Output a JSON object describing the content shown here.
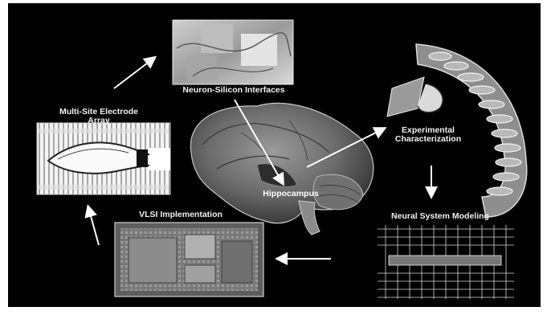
{
  "diagram": {
    "labels": {
      "neuron_silicon": "Neuron-Silicon Interfaces",
      "electrode_line1": "Multi-Site Electrode",
      "electrode_line2": "Array",
      "experimental_line1": "Experimental",
      "experimental_line2": "Characterization",
      "hippocampus": "Hippocampus",
      "vlsi": "VLSI Implementation",
      "neural_model": "Neural System Modeling"
    },
    "colors": {
      "background": "#000000",
      "label_text": "#f2f2f2",
      "arrow": "#ffffff"
    },
    "icons": [
      "brain-image",
      "micrograph-image",
      "electrode-array-image",
      "hippocampus-slices-image",
      "vlsi-chip-image",
      "circuit-model-image"
    ]
  }
}
